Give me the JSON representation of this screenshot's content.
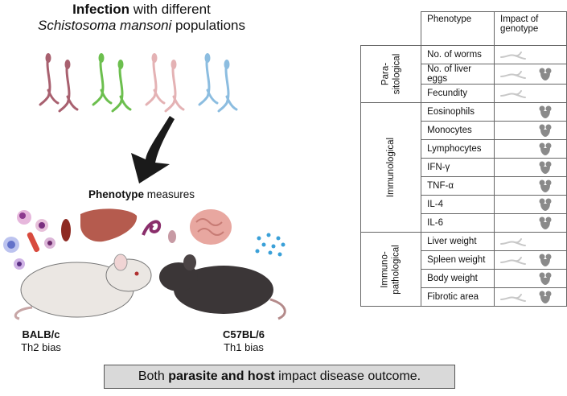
{
  "title": {
    "line1_bold": "Infection",
    "line1_rest": " with different",
    "line2_italic": "Schistosoma mansoni",
    "line2_rest": " populations"
  },
  "phenotype_label": {
    "bold": "Phenotype",
    "rest": " measures"
  },
  "strains": [
    {
      "name": "BALB/c",
      "bias": "Th2 bias"
    },
    {
      "name": "C57BL/6",
      "bias": "Th1 bias"
    }
  ],
  "bottom_text": {
    "pre": "Both ",
    "bold": "parasite and host",
    "post": " impact disease outcome."
  },
  "table": {
    "header_phenotype": "Phenotype",
    "header_impact": "Impact of genotype",
    "categories": [
      {
        "label_lines": [
          "Para-",
          "sitological"
        ],
        "rows": [
          {
            "name": "No. of worms",
            "parasite": true,
            "host": false
          },
          {
            "name": "No. of liver eggs",
            "parasite": true,
            "host": true
          },
          {
            "name": "Fecundity",
            "parasite": true,
            "host": false
          }
        ]
      },
      {
        "label_lines": [
          "Immunological"
        ],
        "rows": [
          {
            "name": "Eosinophils",
            "parasite": false,
            "host": true
          },
          {
            "name": "Monocytes",
            "parasite": false,
            "host": true
          },
          {
            "name": "Lymphocytes",
            "parasite": false,
            "host": true
          },
          {
            "name": "IFN-γ",
            "parasite": false,
            "host": true
          },
          {
            "name": "TNF-α",
            "parasite": false,
            "host": true
          },
          {
            "name": "IL-4",
            "parasite": false,
            "host": true
          },
          {
            "name": "IL-6",
            "parasite": false,
            "host": true
          }
        ]
      },
      {
        "label_lines": [
          "Immuno-",
          "pathological"
        ],
        "rows": [
          {
            "name": "Liver weight",
            "parasite": true,
            "host": false
          },
          {
            "name": "Spleen weight",
            "parasite": true,
            "host": true
          },
          {
            "name": "Body weight",
            "parasite": false,
            "host": true
          },
          {
            "name": "Fibrotic area",
            "parasite": true,
            "host": true
          }
        ]
      }
    ]
  },
  "colors": {
    "worm_pairs": [
      "#a8606f",
      "#6cbf4e",
      "#e4b2b4",
      "#8cbde0"
    ],
    "icon_gray": "#8a8a8a",
    "worm_icon_gray": "#c8c8c8",
    "bottom_box": "#d9d9d9",
    "arrow": "#1a1a1a"
  },
  "icons": {
    "parasite": "worm-icon",
    "host": "mouse-head-icon"
  }
}
